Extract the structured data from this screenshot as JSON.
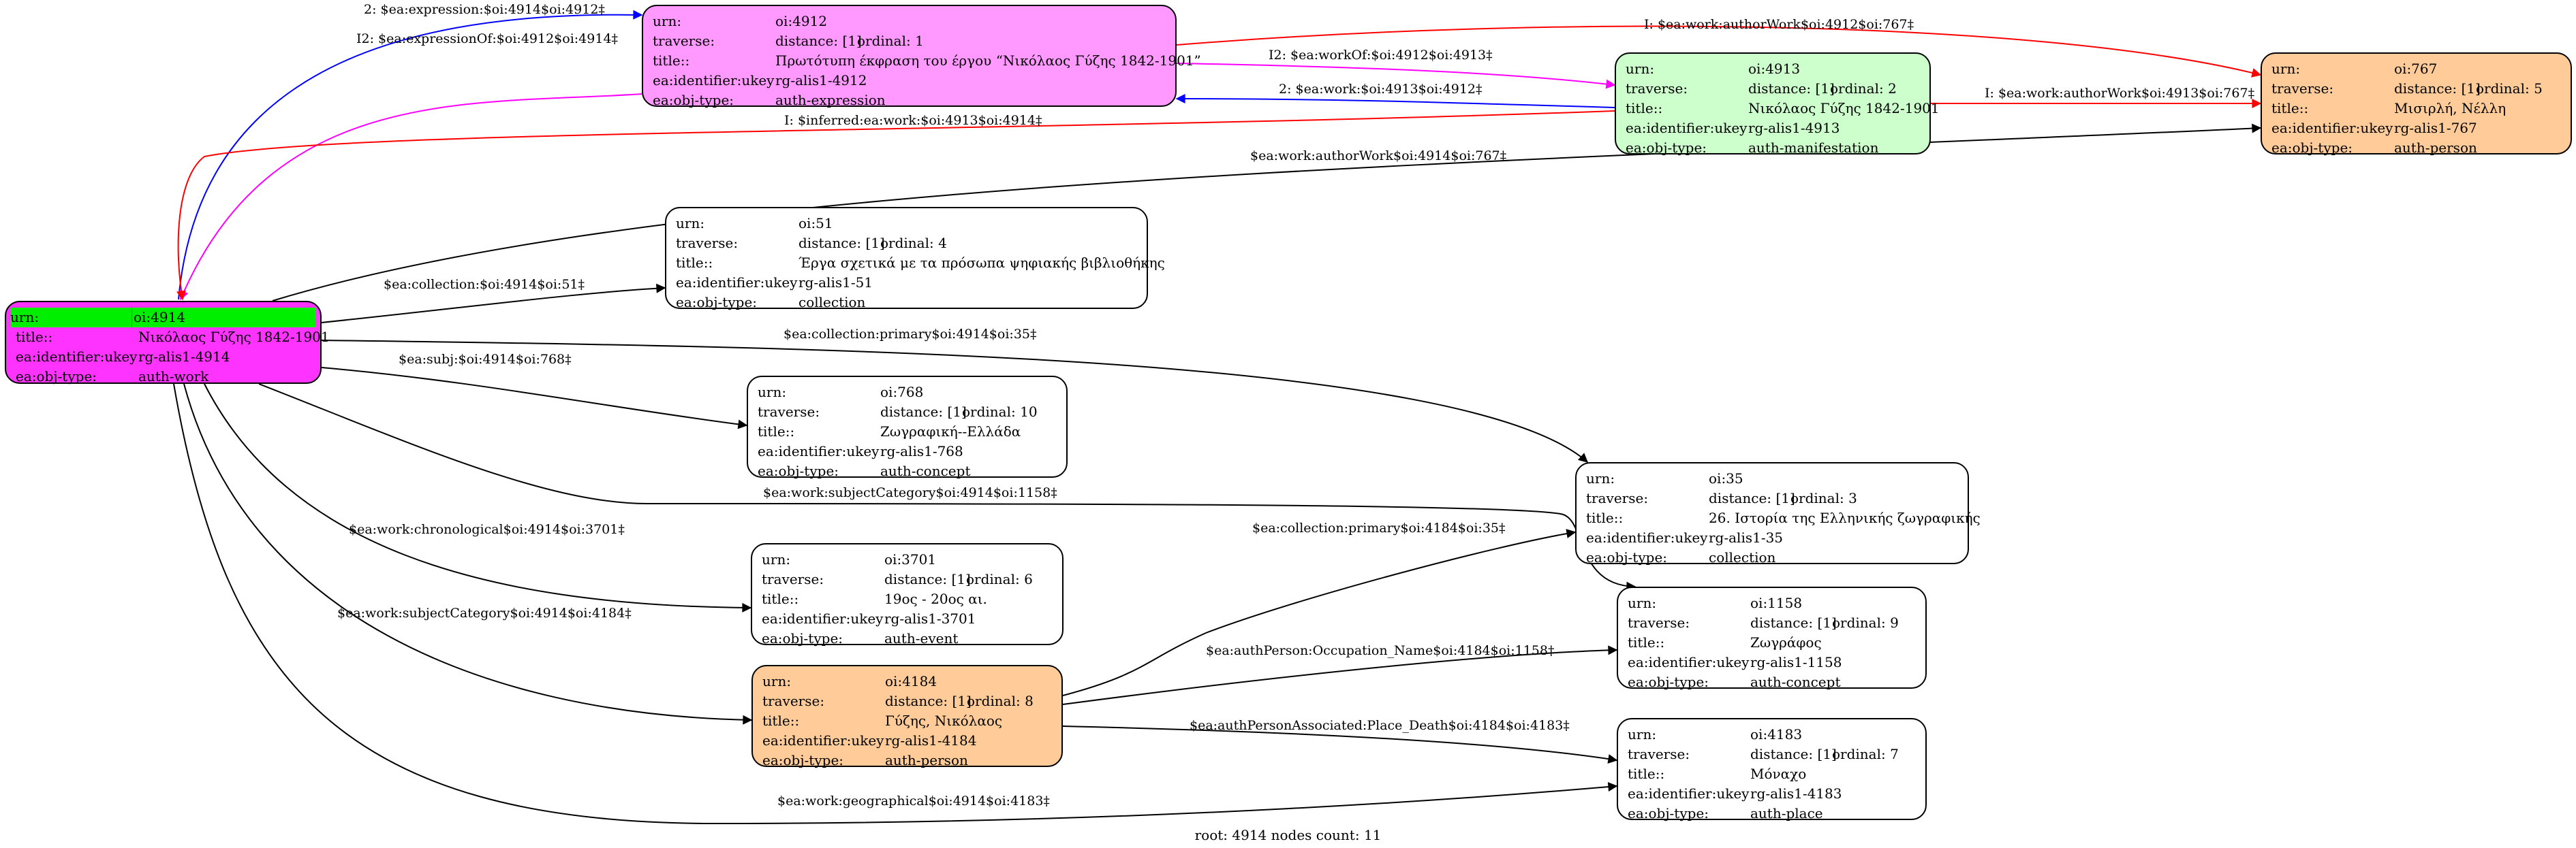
{
  "colors": {
    "expression": "#ff99ff",
    "manifestation": "#ccffcc",
    "person": "#ffcc99",
    "work": "#ff33ff",
    "plain": "#ffffff",
    "highlight": "#00ee00",
    "edge_blue": "#0000ff",
    "edge_red": "#ff0000",
    "edge_magenta": "#ff00ff",
    "edge_black": "#000000"
  },
  "nodes": [
    {
      "id": "n4912",
      "fill": "expression",
      "rows": [
        {
          "k": "urn:",
          "v": "oi:4912"
        },
        {
          "k": "traverse:",
          "v": "distance: [1]",
          "o": "ordinal: 1"
        },
        {
          "k": "title::",
          "v": "Πρωτότυπη έκφραση του έργου “Νικόλαος Γύζης 1842-1901”"
        },
        {
          "k": "ea:identifier:ukey",
          "v": "rg-alis1-4912"
        },
        {
          "k": "ea:obj-type:",
          "v": "auth-expression"
        }
      ]
    },
    {
      "id": "n4913",
      "fill": "manifestation",
      "rows": [
        {
          "k": "urn:",
          "v": "oi:4913"
        },
        {
          "k": "traverse:",
          "v": "distance: [1]",
          "o": "ordinal: 2"
        },
        {
          "k": "title::",
          "v": "Νικόλαος Γύζης 1842-1901"
        },
        {
          "k": "ea:identifier:ukey",
          "v": "rg-alis1-4913"
        },
        {
          "k": "ea:obj-type:",
          "v": "auth-manifestation"
        }
      ]
    },
    {
      "id": "n767",
      "fill": "person",
      "rows": [
        {
          "k": "urn:",
          "v": "oi:767"
        },
        {
          "k": "traverse:",
          "v": "distance: [1]",
          "o": "ordinal: 5"
        },
        {
          "k": "title::",
          "v": "Μισιρλή, Νέλλη"
        },
        {
          "k": "ea:identifier:ukey",
          "v": "rg-alis1-767"
        },
        {
          "k": "ea:obj-type:",
          "v": "auth-person"
        }
      ]
    },
    {
      "id": "n51",
      "fill": "plain",
      "rows": [
        {
          "k": "urn:",
          "v": "oi:51"
        },
        {
          "k": "traverse:",
          "v": "distance: [1]",
          "o": "ordinal: 4"
        },
        {
          "k": "title::",
          "v": "Έργα σχετικά με τα πρόσωπα ψηφιακής βιβλιοθήκης"
        },
        {
          "k": "ea:identifier:ukey",
          "v": "rg-alis1-51"
        },
        {
          "k": "ea:obj-type:",
          "v": "collection"
        }
      ]
    },
    {
      "id": "n4914",
      "fill": "work",
      "rows": [
        {
          "k": "urn:",
          "v": "oi:4914",
          "hl": true
        },
        {
          "k": "title::",
          "v": "Νικόλαος Γύζης 1842-1901"
        },
        {
          "k": "ea:identifier:ukey",
          "v": "rg-alis1-4914"
        },
        {
          "k": "ea:obj-type:",
          "v": "auth-work"
        }
      ]
    },
    {
      "id": "n768",
      "fill": "plain",
      "rows": [
        {
          "k": "urn:",
          "v": "oi:768"
        },
        {
          "k": "traverse:",
          "v": "distance: [1]",
          "o": "ordinal: 10"
        },
        {
          "k": "title::",
          "v": "Ζωγραφική--Ελλάδα"
        },
        {
          "k": "ea:identifier:ukey",
          "v": "rg-alis1-768"
        },
        {
          "k": "ea:obj-type:",
          "v": "auth-concept"
        }
      ]
    },
    {
      "id": "n35",
      "fill": "plain",
      "rows": [
        {
          "k": "urn:",
          "v": "oi:35"
        },
        {
          "k": "traverse:",
          "v": "distance: [1]",
          "o": "ordinal: 3"
        },
        {
          "k": "title::",
          "v": "26. Ιστορία της Ελληνικής ζωγραφικής"
        },
        {
          "k": "ea:identifier:ukey",
          "v": "rg-alis1-35"
        },
        {
          "k": "ea:obj-type:",
          "v": "collection"
        }
      ]
    },
    {
      "id": "n3701",
      "fill": "plain",
      "rows": [
        {
          "k": "urn:",
          "v": "oi:3701"
        },
        {
          "k": "traverse:",
          "v": "distance: [1]",
          "o": "ordinal: 6"
        },
        {
          "k": "title::",
          "v": "19ος - 20ος αι."
        },
        {
          "k": "ea:identifier:ukey",
          "v": "rg-alis1-3701"
        },
        {
          "k": "ea:obj-type:",
          "v": "auth-event"
        }
      ]
    },
    {
      "id": "n1158",
      "fill": "plain",
      "rows": [
        {
          "k": "urn:",
          "v": "oi:1158"
        },
        {
          "k": "traverse:",
          "v": "distance: [1]",
          "o": "ordinal: 9"
        },
        {
          "k": "title::",
          "v": "Ζωγράφος"
        },
        {
          "k": "ea:identifier:ukey",
          "v": "rg-alis1-1158"
        },
        {
          "k": "ea:obj-type:",
          "v": "auth-concept"
        }
      ]
    },
    {
      "id": "n4184",
      "fill": "person",
      "rows": [
        {
          "k": "urn:",
          "v": "oi:4184"
        },
        {
          "k": "traverse:",
          "v": "distance: [1]",
          "o": "ordinal: 8"
        },
        {
          "k": "title::",
          "v": "Γύζης, Νικόλαος"
        },
        {
          "k": "ea:identifier:ukey",
          "v": "rg-alis1-4184"
        },
        {
          "k": "ea:obj-type:",
          "v": "auth-person"
        }
      ]
    },
    {
      "id": "n4183",
      "fill": "plain",
      "rows": [
        {
          "k": "urn:",
          "v": "oi:4183"
        },
        {
          "k": "traverse:",
          "v": "distance: [1]",
          "o": "ordinal: 7"
        },
        {
          "k": "title::",
          "v": "Μόναχο"
        },
        {
          "k": "ea:identifier:ukey",
          "v": "rg-alis1-4183"
        },
        {
          "k": "ea:obj-type:",
          "v": "auth-place"
        }
      ]
    }
  ],
  "edges": [
    {
      "id": "e1",
      "label": "2: $ea:expression:$oi:4914$oi:4912‡",
      "color": "edge_blue"
    },
    {
      "id": "e2",
      "label": "I2: $ea:expressionOf:$oi:4912$oi:4914‡",
      "color": "edge_magenta"
    },
    {
      "id": "e3",
      "label": "I: $ea:work:authorWork$oi:4912$oi:767‡",
      "color": "edge_red"
    },
    {
      "id": "e4",
      "label": "I2: $ea:workOf:$oi:4912$oi:4913‡",
      "color": "edge_magenta"
    },
    {
      "id": "e5",
      "label": "2: $ea:work:$oi:4913$oi:4912‡",
      "color": "edge_blue"
    },
    {
      "id": "e6",
      "label": "I: $ea:work:authorWork$oi:4913$oi:767‡",
      "color": "edge_red"
    },
    {
      "id": "e7",
      "label": "I: $inferred:ea:work:$oi:4913$oi:4914‡",
      "color": "edge_red"
    },
    {
      "id": "e8",
      "label": "$ea:work:authorWork$oi:4914$oi:767‡",
      "color": "edge_black"
    },
    {
      "id": "e9",
      "label": "$ea:collection:$oi:4914$oi:51‡",
      "color": "edge_black"
    },
    {
      "id": "e10",
      "label": "$ea:collection:primary$oi:4914$oi:35‡",
      "color": "edge_black"
    },
    {
      "id": "e11",
      "label": "$ea:subj:$oi:4914$oi:768‡",
      "color": "edge_black"
    },
    {
      "id": "e12",
      "label": "$ea:work:subjectCategory$oi:4914$oi:1158‡",
      "color": "edge_black"
    },
    {
      "id": "e13",
      "label": "$ea:work:chronological$oi:4914$oi:3701‡",
      "color": "edge_black"
    },
    {
      "id": "e14",
      "label": "$ea:work:subjectCategory$oi:4914$oi:4184‡",
      "color": "edge_black"
    },
    {
      "id": "e15",
      "label": "$ea:collection:primary$oi:4184$oi:35‡",
      "color": "edge_black"
    },
    {
      "id": "e16",
      "label": "$ea:authPerson:Occupation_Name$oi:4184$oi:1158‡",
      "color": "edge_black"
    },
    {
      "id": "e17",
      "label": "$ea:authPersonAssociated:Place_Death$oi:4184$oi:4183‡",
      "color": "edge_black"
    },
    {
      "id": "e18",
      "label": "$ea:work:geographical$oi:4914$oi:4183‡",
      "color": "edge_black"
    }
  ],
  "footer": "root: 4914 nodes count: 11"
}
